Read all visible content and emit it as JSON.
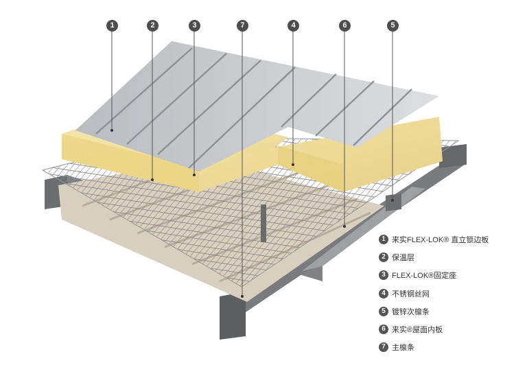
{
  "callouts": [
    "1",
    "2",
    "3",
    "7",
    "4",
    "6",
    "5"
  ],
  "legend": [
    {
      "num": "1",
      "label": "来实FLEX-LOK® 直立锁边板"
    },
    {
      "num": "2",
      "label": "保温层"
    },
    {
      "num": "3",
      "label": "FLEX-LOK®固定座"
    },
    {
      "num": "4",
      "label": "不锈钢丝网"
    },
    {
      "num": "5",
      "label": "镀锌次檩条"
    },
    {
      "num": "6",
      "label": "来实®屋面内板"
    },
    {
      "num": "7",
      "label": "主檩条"
    }
  ],
  "colors": {
    "insulation": "#f1e1a0",
    "metal": "#c9cbce",
    "purlin": "#6c6d70",
    "inner_panel": "#d9cfbf",
    "callout": "#4d4d4d"
  }
}
